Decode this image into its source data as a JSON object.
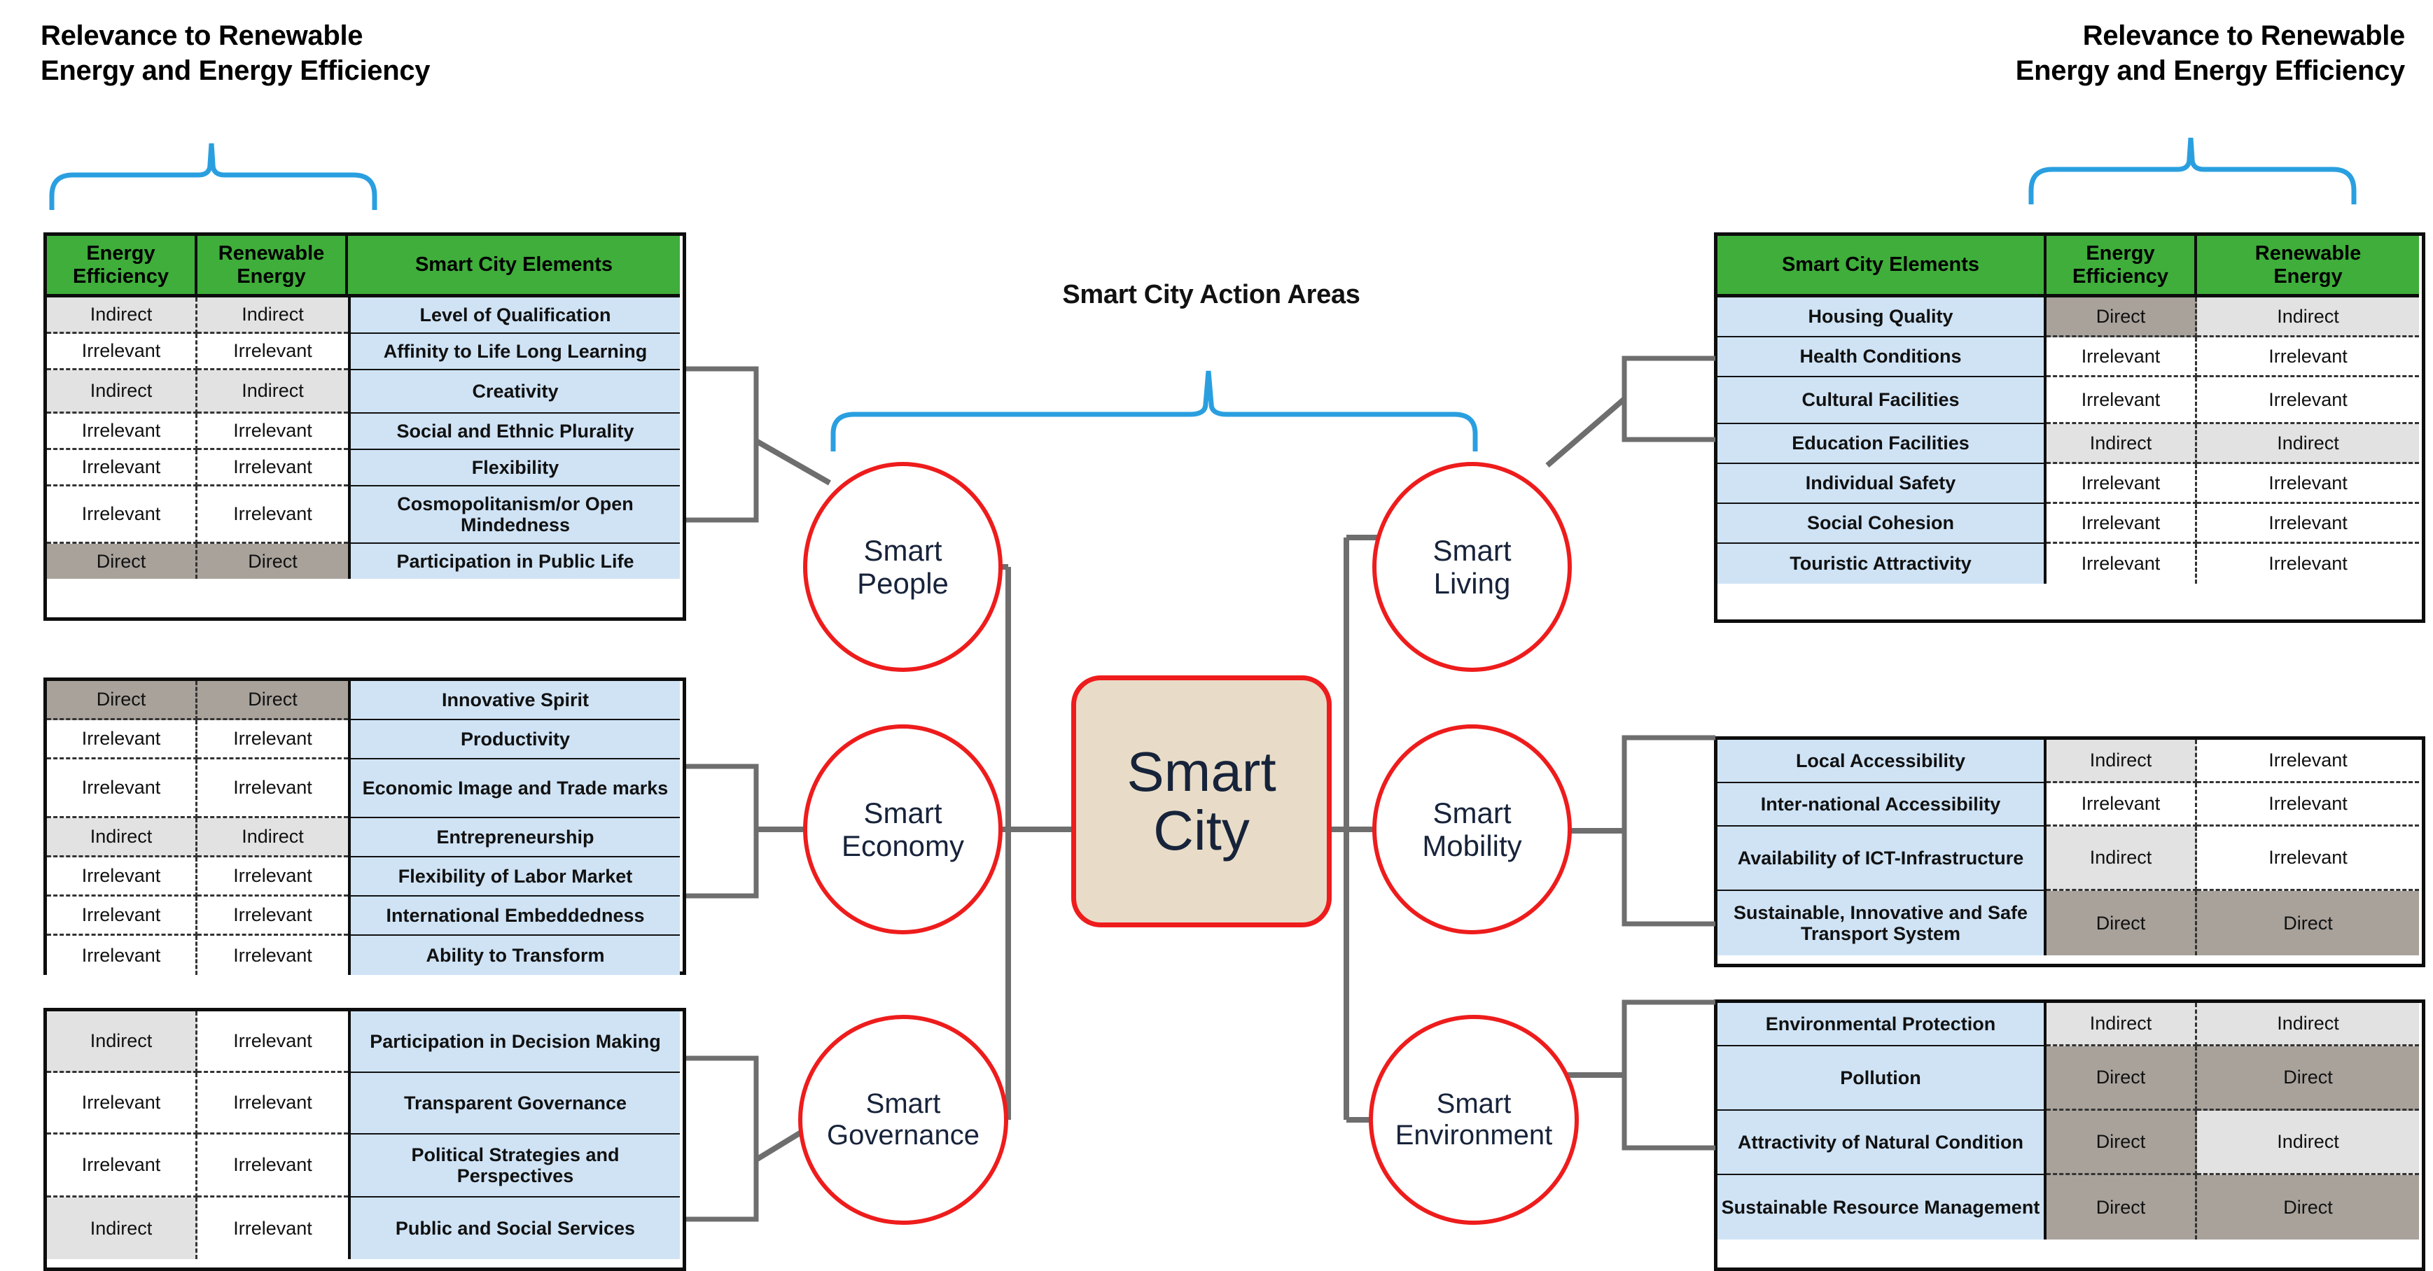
{
  "headings": {
    "left_title": "Relevance to Renewable\nEnergy and Energy Efficiency",
    "left_title_l1": "Relevance to Renewable",
    "left_title_l2": "Energy and Energy Efficiency",
    "right_title_l1": "Relevance to Renewable",
    "right_title_l2": "Energy and Energy Efficiency",
    "center_title": "Smart City Action Areas"
  },
  "hub": {
    "label_l1": "Smart",
    "label_l2": "City",
    "fill": "#e8dcc8",
    "stroke": "#ee1c1c"
  },
  "nodes": [
    {
      "id": "smart-people",
      "l1": "Smart",
      "l2": "People",
      "icon": "shield-icon"
    },
    {
      "id": "smart-economy",
      "l1": "Smart",
      "l2": "Economy",
      "icon": "cart-icon"
    },
    {
      "id": "smart-governance",
      "l1": "Smart",
      "l2": "Governance",
      "icon": "coin-icon"
    },
    {
      "id": "smart-living",
      "l1": "Smart",
      "l2": "Living",
      "icon": "clock-icon"
    },
    {
      "id": "smart-mobility",
      "l1": "Smart",
      "l2": "Mobility",
      "icon": "building-icon"
    },
    {
      "id": "smart-environment",
      "l1": "Smart",
      "l2": "Environment",
      "icon": "factory-icon"
    }
  ],
  "colors": {
    "header_green": "#3fae3b",
    "element_blue": "#cfe3f5",
    "direct_gray": "#a8a29b",
    "indirect_gray": "#e2e2e2",
    "irrelevant_white": "#ffffff",
    "node_red": "#ee1c1c",
    "hub_tan": "#e8dcc8",
    "brace_blue": "#2a9fe0",
    "connector_gray": "#6e6e6e"
  },
  "tables": {
    "columns_left": [
      "Energy Efficiency",
      "Renewable Energy",
      "Smart City Elements"
    ],
    "columns_right": [
      "Smart City Elements",
      "Energy Efficiency",
      "Renewable Energy"
    ],
    "header_labels": {
      "ee_l1": "Energy",
      "ee_l2": "Efficiency",
      "re_l1": "Renewable",
      "re_l2": "Energy",
      "elements": "Smart City Elements"
    },
    "smart_people": {
      "node": "Smart People",
      "rows": [
        {
          "element": "Level of Qualification",
          "ee": "Indirect",
          "re": "Indirect"
        },
        {
          "element": "Affinity to Life Long Learning",
          "ee": "Irrelevant",
          "re": "Irrelevant"
        },
        {
          "element": "Creativity",
          "ee": "Indirect",
          "re": "Indirect"
        },
        {
          "element": "Social and Ethnic Plurality",
          "ee": "Irrelevant",
          "re": "Irrelevant"
        },
        {
          "element": "Flexibility",
          "ee": "Irrelevant",
          "re": "Irrelevant"
        },
        {
          "element": "Cosmopolitanism/or Open Mindedness",
          "ee": "Irrelevant",
          "re": "Irrelevant"
        },
        {
          "element": "Participation in Public Life",
          "ee": "Direct",
          "re": "Direct"
        }
      ]
    },
    "smart_economy": {
      "node": "Smart Economy",
      "rows": [
        {
          "element": "Innovative Spirit",
          "ee": "Direct",
          "re": "Direct"
        },
        {
          "element": "Productivity",
          "ee": "Irrelevant",
          "re": "Irrelevant"
        },
        {
          "element": "Economic Image and Trade marks",
          "ee": "Irrelevant",
          "re": "Irrelevant"
        },
        {
          "element": "Entrepreneurship",
          "ee": "Indirect",
          "re": "Indirect"
        },
        {
          "element": "Flexibility of Labor Market",
          "ee": "Irrelevant",
          "re": "Irrelevant"
        },
        {
          "element": "International Embeddedness",
          "ee": "Irrelevant",
          "re": "Irrelevant"
        },
        {
          "element": "Ability to Transform",
          "ee": "Irrelevant",
          "re": "Irrelevant"
        }
      ]
    },
    "smart_governance": {
      "node": "Smart Governance",
      "rows": [
        {
          "element": "Participation in Decision Making",
          "ee": "Indirect",
          "re": "Irrelevant"
        },
        {
          "element": "Transparent Governance",
          "ee": "Irrelevant",
          "re": "Irrelevant"
        },
        {
          "element": "Political Strategies and Perspectives",
          "ee": "Irrelevant",
          "re": "Irrelevant"
        },
        {
          "element": "Public and Social Services",
          "ee": "Indirect",
          "re": "Irrelevant"
        }
      ]
    },
    "smart_living": {
      "node": "Smart Living",
      "rows": [
        {
          "element": "Housing Quality",
          "ee": "Direct",
          "re": "Indirect"
        },
        {
          "element": "Health Conditions",
          "ee": "Irrelevant",
          "re": "Irrelevant"
        },
        {
          "element": "Cultural Facilities",
          "ee": "Irrelevant",
          "re": "Irrelevant"
        },
        {
          "element": "Education Facilities",
          "ee": "Indirect",
          "re": "Indirect"
        },
        {
          "element": "Individual Safety",
          "ee": "Irrelevant",
          "re": "Irrelevant"
        },
        {
          "element": "Social Cohesion",
          "ee": "Irrelevant",
          "re": "Irrelevant"
        },
        {
          "element": "Touristic Attractivity",
          "ee": "Irrelevant",
          "re": "Irrelevant"
        }
      ]
    },
    "smart_mobility": {
      "node": "Smart Mobility",
      "rows": [
        {
          "element": "Local Accessibility",
          "ee": "Indirect",
          "re": "Irrelevant"
        },
        {
          "element": "Inter-national Accessibility",
          "ee": "Irrelevant",
          "re": "Irrelevant"
        },
        {
          "element": "Availability of  ICT-Infrastructure",
          "ee": "Indirect",
          "re": "Irrelevant"
        },
        {
          "element": "Sustainable, Innovative and Safe Transport System",
          "ee": "Direct",
          "re": "Direct"
        }
      ]
    },
    "smart_environment": {
      "node": "Smart Environment",
      "rows": [
        {
          "element": "Environmental Protection",
          "ee": "Indirect",
          "re": "Indirect"
        },
        {
          "element": "Pollution",
          "ee": "Direct",
          "re": "Direct"
        },
        {
          "element": "Attractivity of Natural Condition",
          "ee": "Direct",
          "re": "Indirect"
        },
        {
          "element": "Sustainable Resource Management",
          "ee": "Direct",
          "re": "Direct"
        }
      ]
    }
  }
}
